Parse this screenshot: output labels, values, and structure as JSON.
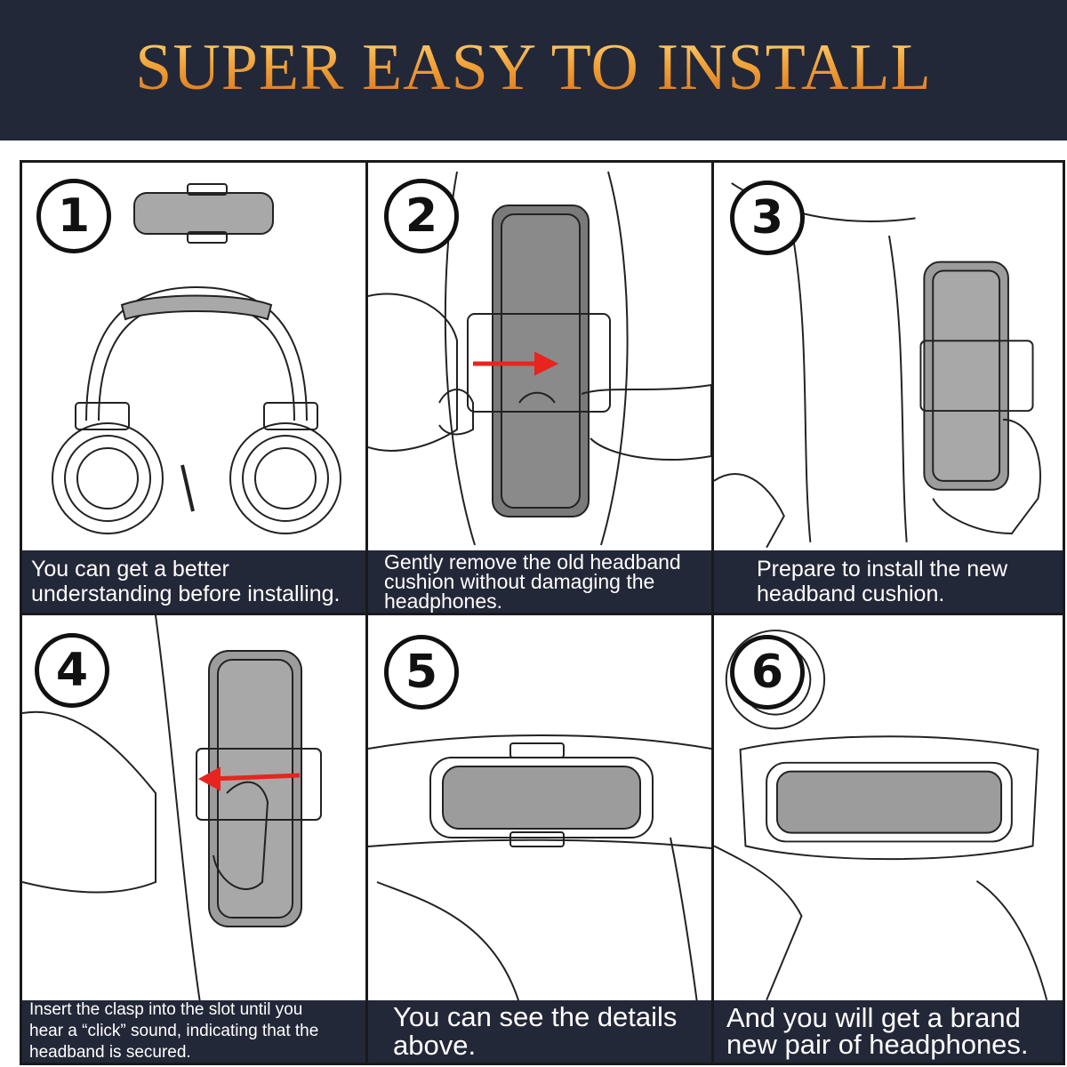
{
  "banner": {
    "title": "SUPER EASY TO INSTALL"
  },
  "steps": [
    {
      "number": "1",
      "caption": "You can get a better\nunderstanding before installing."
    },
    {
      "number": "2",
      "caption": "Gently remove the old headband\ncushion without damaging the\nheadphones."
    },
    {
      "number": "3",
      "caption": "Prepare to install the new\nheadband cushion."
    },
    {
      "number": "4",
      "caption": "Insert the clasp into the slot until you\nhear a “click” sound, indicating that the\nheadband is secured."
    },
    {
      "number": "5",
      "caption": "You can see the details\nabove."
    },
    {
      "number": "6",
      "caption": "And you will get a brand\nnew pair of headphones."
    }
  ],
  "colors": {
    "banner_bg": "#232838",
    "title_gold": "#f1a43a",
    "cushion_gray": "#9c9c9c",
    "arrow_red": "#e8241f"
  }
}
